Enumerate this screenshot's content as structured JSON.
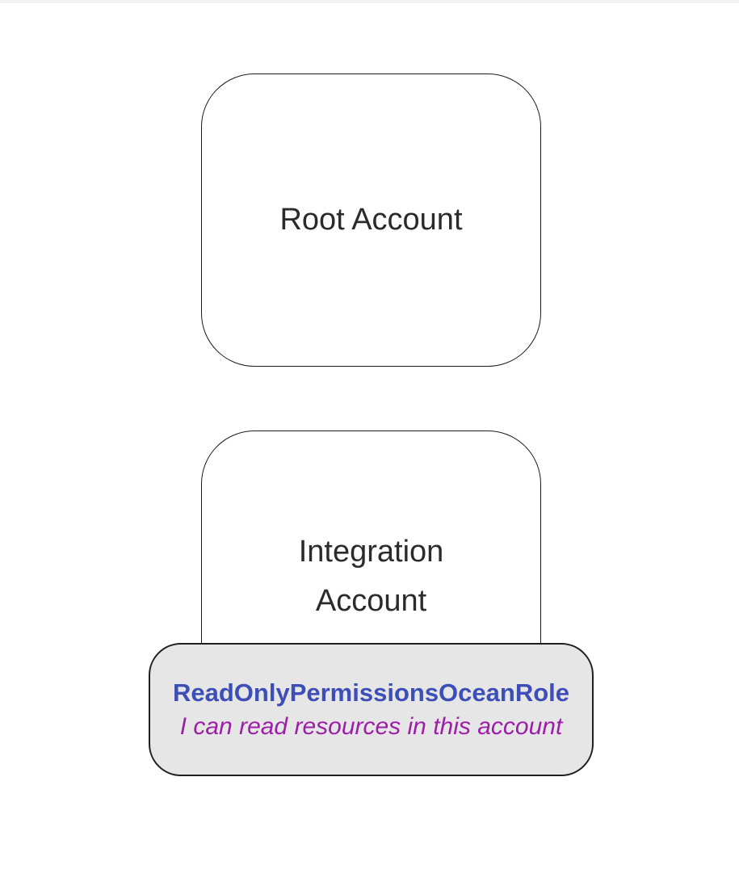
{
  "diagram": {
    "root_account": {
      "label": "Root Account"
    },
    "integration_account": {
      "label": "Integration Account"
    },
    "role_badge": {
      "name": "ReadOnlyPermissionsOceanRole",
      "description": "I can read resources in this account"
    },
    "colors": {
      "page_background": "#ffffff",
      "page_top_edge": "#f2f2f2",
      "node_fill": "#ffffff",
      "node_border": "#1a1a1a",
      "node_text": "#2b2b2b",
      "badge_fill": "#e6e6e6",
      "badge_border": "#1f1f1f",
      "role_name_color": "#3d4eb8",
      "role_description_color": "#9c1fa8"
    }
  }
}
